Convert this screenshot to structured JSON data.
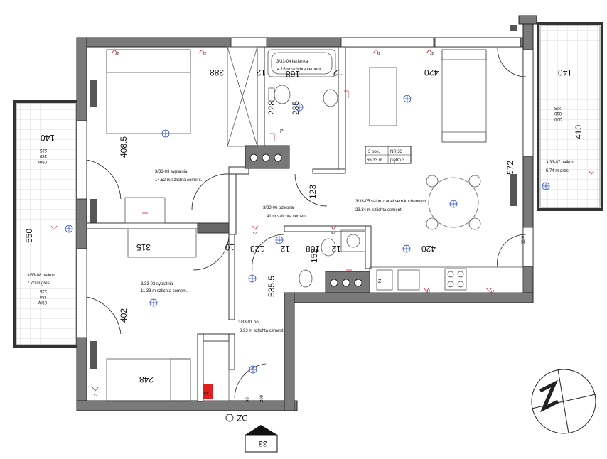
{
  "rooms": [
    {
      "code": "3/33-01",
      "name": "hol",
      "area": "8.93 m",
      "finish": "szlichta cement."
    },
    {
      "code": "3/33-02",
      "name": "sypialnia",
      "area": "11.33 m",
      "finish": "szlichta cement."
    },
    {
      "code": "3/33-03",
      "name": "sypialnia",
      "area": "14.52 m",
      "finish": "szlichta cement."
    },
    {
      "code": "3/33-04",
      "name": "łazienka",
      "area": "4.16 m",
      "finish": "szlichta cement."
    },
    {
      "code": "3/33-05",
      "name": "salon z aneksem kuchennym",
      "area": "23.34 m",
      "finish": "szlichta cement."
    },
    {
      "code": "3/33-06",
      "name": "odsłona",
      "area": "1.41 m",
      "finish": "szlichta cement."
    },
    {
      "code": "3/33-07",
      "name": "balkon",
      "area": "5.74 m",
      "finish": "gres"
    },
    {
      "code": "3/33-08",
      "name": "balkon",
      "area": "7.70 m",
      "finish": "gres"
    }
  ],
  "unit": {
    "rooms": "3 pok.",
    "number": "NR 33",
    "area": "66.33 m",
    "floor": "piętro 3"
  },
  "dimensions": {
    "d388": "388",
    "d168": "168",
    "d12a": "12",
    "d12b": "12",
    "d420a": "420",
    "d140a": "140",
    "d228": "228",
    "d285": "285",
    "d4085": "408.5",
    "d572": "572",
    "d410": "410",
    "d123a": "123",
    "d550": "550",
    "d140b": "140",
    "d315": "315",
    "d10": "10",
    "d123b": "123",
    "d12c": "12",
    "d108": "108",
    "d12d": "12",
    "d152": "152",
    "d420b": "420",
    "d402": "402",
    "d5355": "535.5",
    "d248": "248",
    "d90": "90",
    "d200": "200"
  },
  "balcony_labels": {
    "l180a": "180",
    "l225a": "225",
    "l09a": "09/∀",
    "l180b": "180",
    "l225b": "225",
    "l010": "010",
    "l270": "270",
    "l225c": "225",
    "l09b": "09/∀",
    "l09c": "09/∀"
  },
  "entrance": {
    "label": "DZ",
    "marker": "33"
  },
  "legend_symbols": {
    "pt": "PT",
    "z": "Z",
    "p": "P",
    "x2": "x2"
  }
}
